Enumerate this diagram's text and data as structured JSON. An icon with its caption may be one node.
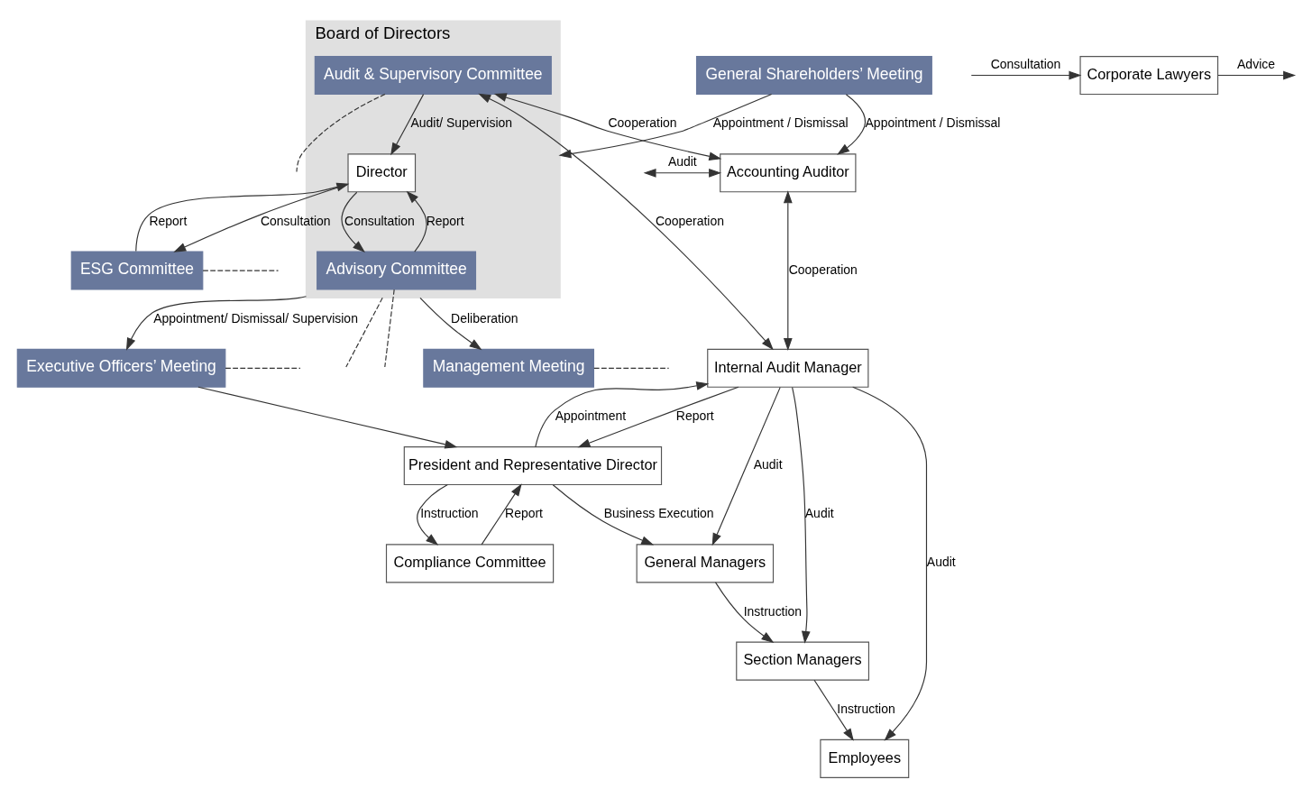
{
  "diagram": {
    "nodes": [
      {
        "text": [
          "General Shareholders’ Meeting"
        ]
      },
      {
        "text": [
          "ESG Committee"
        ]
      },
      {
        "text": [
          "Board of Directors"
        ]
      },
      {
        "text": [
          "Director"
        ],
        "in": 2
      },
      {
        "text": [
          "Audit & Supervisory Committee"
        ],
        "in": 2
      },
      {
        "text": [
          "Advisory Committee"
        ],
        "in": 2
      },
      {
        "text": [
          "Accounting Auditor"
        ]
      },
      {
        "text": [
          "Management Meeting"
        ]
      },
      {
        "text": [
          "Executive Officers’ Meeting"
        ]
      },
      {
        "text": [
          "Compliance Committee"
        ]
      },
      {
        "text": [
          "President and Representative Director"
        ]
      },
      {
        "text": [
          "Internal Audit Manager"
        ]
      },
      {
        "text": [
          "General Managers"
        ]
      },
      {
        "text": [
          "Section Managers"
        ]
      },
      {
        "text": [
          "Employees"
        ]
      },
      {
        "text": [
          "Corporate Lawyers"
        ]
      }
    ],
    "edges": [
      {
        "from": 0,
        "to": 2,
        "arrow": "to",
        "label": "Appointment / Dismissal"
      },
      {
        "from": 0,
        "to": 6,
        "arrow": "to",
        "label": "Appointment / Dismissal"
      },
      {
        "from": 1,
        "to": 3,
        "arrow": "to",
        "label": "Report"
      },
      {
        "from": 3,
        "to": 1,
        "arrow": "to",
        "label": "Consultation"
      },
      {
        "from": 4,
        "to": 3,
        "arrow": "to",
        "label": "Audit/ Supervision"
      },
      {
        "from": 4,
        "to": 6,
        "arrow": "both",
        "label": "Cooperation"
      },
      {
        "from": 5,
        "to": 3,
        "arrow": "to",
        "label": "Report"
      },
      {
        "from": 3,
        "to": 5,
        "arrow": "to",
        "label": "Consultation"
      },
      {
        "from": 2,
        "to": 8,
        "arrow": "to",
        "label": "Appointment/ Dismissal/ Supervision"
      },
      {
        "from": 2,
        "to": 7,
        "arrow": "to",
        "label": "Deliberation"
      },
      {
        "from": 4,
        "to": 11,
        "arrow": "both",
        "label": "Cooperation"
      },
      {
        "from": null,
        "to": 6,
        "arrow": "both",
        "label": "Audit"
      },
      {
        "from": 6,
        "to": 11,
        "arrow": "both",
        "label": "Cooperation"
      },
      {
        "from": null,
        "to": 15,
        "arrow": "to",
        "label": "Consultation"
      },
      {
        "from": 15,
        "to": null,
        "arrow": "to",
        "label": "Advice"
      },
      {
        "from": 8,
        "to": 10,
        "arrow": "to"
      },
      {
        "from": 10,
        "to": 9,
        "arrow": "to",
        "label": "Instruction"
      },
      {
        "from": 9,
        "to": 10,
        "arrow": "to",
        "label": "Report"
      },
      {
        "from": 10,
        "to": 11,
        "arrow": "to",
        "label": "Appointment"
      },
      {
        "from": 11,
        "to": 10,
        "arrow": "to",
        "label": "Report"
      },
      {
        "from": 10,
        "to": 12,
        "arrow": "to",
        "label": "Business Execution"
      },
      {
        "from": 12,
        "to": 13,
        "arrow": "to",
        "label": "Instruction"
      },
      {
        "from": 13,
        "to": 14,
        "arrow": "to",
        "label": "Instruction"
      },
      {
        "from": 11,
        "to": 12,
        "arrow": "to",
        "label": "Audit"
      },
      {
        "from": 11,
        "to": 13,
        "arrow": "to",
        "label": "Audit"
      },
      {
        "from": 11,
        "to": 14,
        "arrow": "to",
        "label": "Audit"
      },
      {
        "from": 4,
        "to": null,
        "arrow": "none",
        "style": "dashed"
      },
      {
        "from": 2,
        "to": null,
        "arrow": "none",
        "style": "dashed"
      },
      {
        "from": 1,
        "to": null,
        "arrow": "none",
        "style": "dashed"
      },
      {
        "from": 5,
        "to": null,
        "arrow": "none",
        "style": "dashed"
      },
      {
        "from": 8,
        "to": null,
        "arrow": "none",
        "style": "dashed"
      },
      {
        "from": 7,
        "to": null,
        "arrow": "none",
        "style": "dashed"
      }
    ]
  }
}
